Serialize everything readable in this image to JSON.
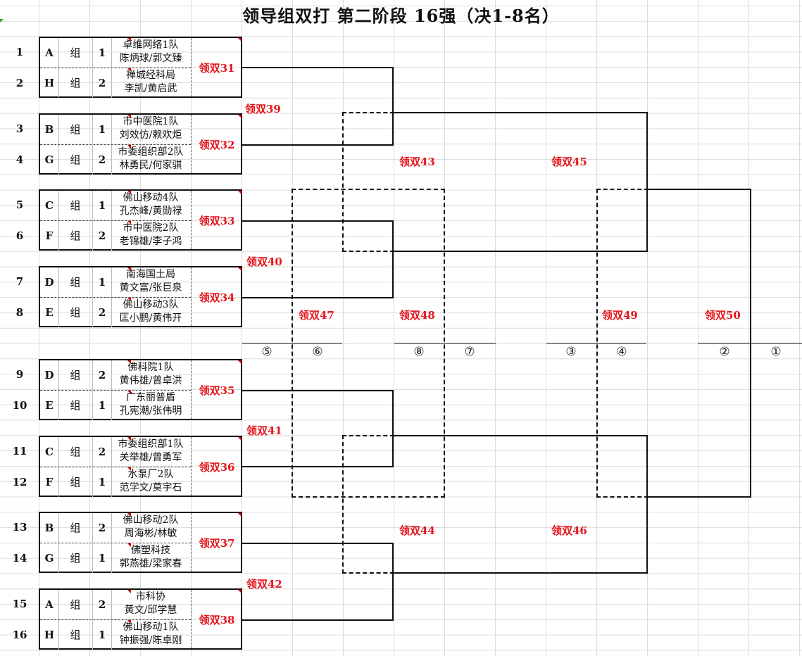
{
  "title": "领导组双打 第二阶段  16强（决1-8名）",
  "group_char": "组",
  "matches_first_round": [
    {
      "label": "领双31",
      "players": [
        {
          "seed": "1",
          "group": "A",
          "num": "1",
          "team": "卓维网络1队",
          "names": "陈炳球/郭文臻"
        },
        {
          "seed": "2",
          "group": "H",
          "num": "2",
          "team": "禅城经科局",
          "names": "李凯/黄启武"
        }
      ]
    },
    {
      "label": "领双32",
      "players": [
        {
          "seed": "3",
          "group": "B",
          "num": "1",
          "team": "市中医院1队",
          "names": "刘效仿/赖欢炬"
        },
        {
          "seed": "4",
          "group": "G",
          "num": "2",
          "team": "市委组织部2队",
          "names": "林勇民/何家骐"
        }
      ]
    },
    {
      "label": "领双33",
      "players": [
        {
          "seed": "5",
          "group": "C",
          "num": "1",
          "team": "佛山移动4队",
          "names": "孔杰峰/黄勋禄"
        },
        {
          "seed": "6",
          "group": "F",
          "num": "2",
          "team": "市中医院2队",
          "names": "老锦雄/李子鸿"
        }
      ]
    },
    {
      "label": "领双34",
      "players": [
        {
          "seed": "7",
          "group": "D",
          "num": "1",
          "team": "南海国土局",
          "names": "黄文富/张巨泉"
        },
        {
          "seed": "8",
          "group": "E",
          "num": "2",
          "team": "佛山移动3队",
          "names": "匡小鹏/黄伟开"
        }
      ]
    },
    {
      "label": "领双35",
      "players": [
        {
          "seed": "9",
          "group": "D",
          "num": "2",
          "team": "佛科院1队",
          "names": "黄伟雄/曾卓洪"
        },
        {
          "seed": "10",
          "group": "E",
          "num": "1",
          "team": "广东丽普盾",
          "names": "孔宪潮/张伟明"
        }
      ]
    },
    {
      "label": "领双36",
      "players": [
        {
          "seed": "11",
          "group": "C",
          "num": "2",
          "team": "市委组织部1队",
          "names": "关举雄/曾勇军"
        },
        {
          "seed": "12",
          "group": "F",
          "num": "1",
          "team": "水泵厂2队",
          "names": "范学文/莫宇石"
        }
      ]
    },
    {
      "label": "领双37",
      "players": [
        {
          "seed": "13",
          "group": "B",
          "num": "2",
          "team": "佛山移动2队",
          "names": "周海彬/林敏"
        },
        {
          "seed": "14",
          "group": "G",
          "num": "1",
          "team": "佛塑科技",
          "names": "郭燕雄/梁家春"
        }
      ]
    },
    {
      "label": "领双38",
      "players": [
        {
          "seed": "15",
          "group": "A",
          "num": "2",
          "team": "市科协",
          "names": "黄文/邱学慧"
        },
        {
          "seed": "16",
          "group": "H",
          "num": "1",
          "team": "佛山移动1队",
          "names": "钟振强/陈卓刚"
        }
      ]
    }
  ],
  "later_matches": {
    "m39": "领双39",
    "m40": "领双40",
    "m41": "领双41",
    "m42": "领双42",
    "m43": "领双43",
    "m44": "领双44",
    "m45": "领双45",
    "m46": "领双46",
    "m47": "领双47",
    "m48": "领双48",
    "m49": "领双49",
    "m50": "领双50"
  },
  "placements": {
    "p5": "⑤",
    "p6": "⑥",
    "p8": "⑧",
    "p7": "⑦",
    "p3": "③",
    "p4": "④",
    "p2": "②",
    "p1": "①"
  },
  "colors": {
    "match_label": "#e4151b",
    "line": "#111111",
    "grid": "#dcdcdc"
  }
}
